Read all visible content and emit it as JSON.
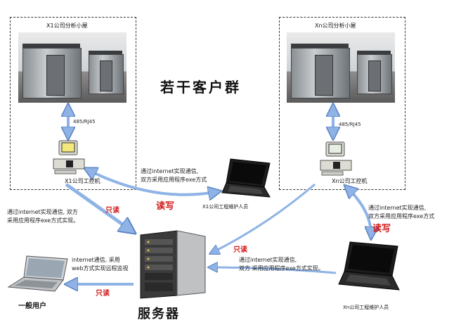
{
  "station_left": {
    "title": "X1公司分析小屋",
    "link": "485/RJ45",
    "pc_label": "X1公司工控机"
  },
  "station_right": {
    "title": "Xn公司分析小屋",
    "link": "485/RJ45",
    "pc_label": "Xn公司工控机"
  },
  "center_title": "若干客户群",
  "server_label": "服务器",
  "general_user_label": "一般用户",
  "laptop_left_label": "X1公司工程维护人员",
  "laptop_right_label": "Xn公司工程维护人员",
  "annotations": {
    "top_mid_line1": "通过internet实现通信,",
    "top_mid_line2": "双方采用应用程序exe方式",
    "left_mid_line1": "通过internet实现通信, 双方",
    "left_mid_line2": "采用应用程序exe方式实现。",
    "right_top_line1": "通过internet实现通信,",
    "right_top_line2": "双方采用应用程序exe方式",
    "right_bottom_line1": "通过internet实现通信,",
    "right_bottom_line2": "双方 采用应用程序exe方式实现。",
    "bottom_left_line1": "internet通信, 采用",
    "bottom_left_line2": "web方式实现远程监视"
  },
  "tags": {
    "read_write_left": "读写",
    "read_write_right": "读写",
    "read_only_left": "只读",
    "read_only_right": "只读",
    "read_only_bottom": "只读"
  },
  "colors": {
    "arrow": "#8fb3e6",
    "arrow_stroke": "#5f87c4",
    "tag_red": "#d21a1a"
  }
}
